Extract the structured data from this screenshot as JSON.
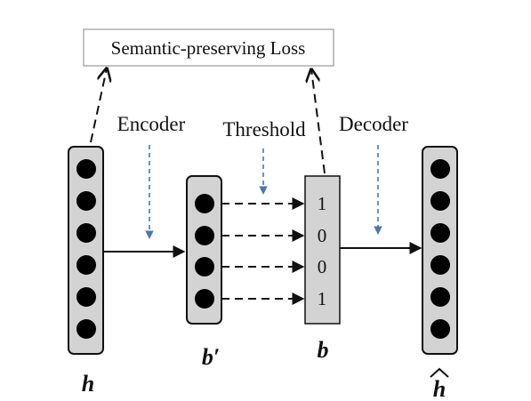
{
  "diagram": {
    "loss_box": {
      "text": "Semantic-preserving Loss"
    },
    "labels": {
      "encoder": "Encoder",
      "threshold": "Threshold",
      "decoder": "Decoder"
    },
    "vectors": {
      "h": {
        "label": "h",
        "nodes": 6
      },
      "b_prime": {
        "label": "b′",
        "nodes": 4
      },
      "b": {
        "label": "b",
        "bits": [
          "1",
          "0",
          "0",
          "1"
        ]
      },
      "h_hat": {
        "label": "h",
        "nodes": 6
      }
    },
    "colors": {
      "node_fill": "#000000",
      "vector_fill": "#d3d3d3",
      "stroke": "#111111",
      "label_arrow": "#4a78b5",
      "loss_border": "#9a9a9a"
    }
  }
}
